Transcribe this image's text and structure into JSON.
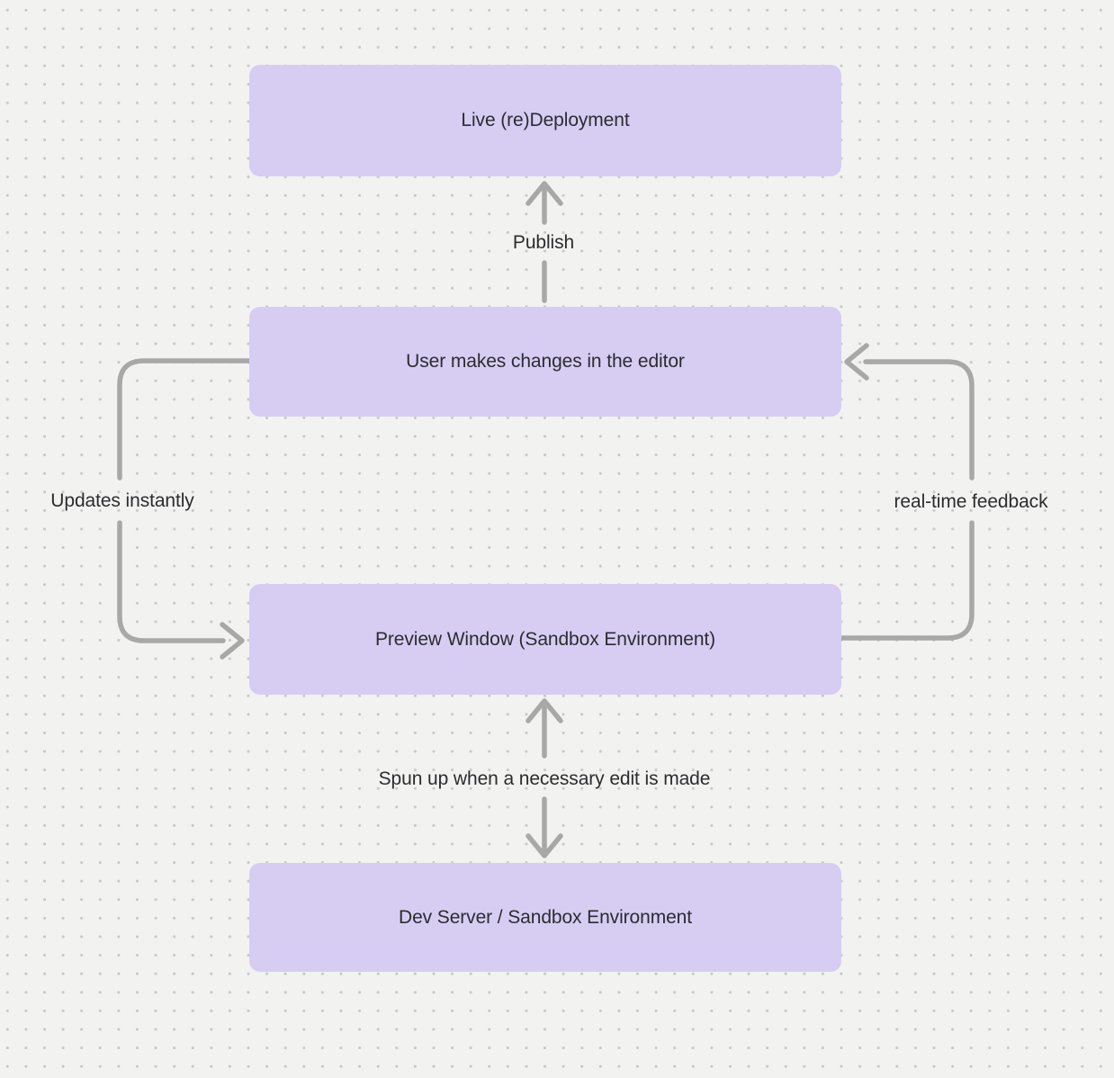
{
  "diagram": {
    "nodes": [
      {
        "id": "live",
        "label": "Live (re)Deployment"
      },
      {
        "id": "editor",
        "label": "User makes changes in the editor"
      },
      {
        "id": "preview",
        "label": "Preview Window (Sandbox Environment)"
      },
      {
        "id": "dev",
        "label": "Dev Server / Sandbox Environment"
      }
    ],
    "edges": [
      {
        "id": "publish",
        "label": "Publish",
        "from": "editor",
        "to": "live",
        "direction": "up"
      },
      {
        "id": "updates",
        "label": "Updates instantly",
        "from": "editor",
        "to": "preview",
        "direction": "forward"
      },
      {
        "id": "feedback",
        "label": "real-time feedback",
        "from": "preview",
        "to": "editor",
        "direction": "forward"
      },
      {
        "id": "spunup",
        "label": "Spun up when a necessary edit is made",
        "from": "preview",
        "to": "dev",
        "direction": "both"
      }
    ],
    "colors": {
      "background": "#f2f2f1",
      "grid_dot": "#c9c9c9",
      "node_fill": "#d7cdf3",
      "text": "#2c2c30",
      "arrow": "#a8a8a8"
    }
  }
}
